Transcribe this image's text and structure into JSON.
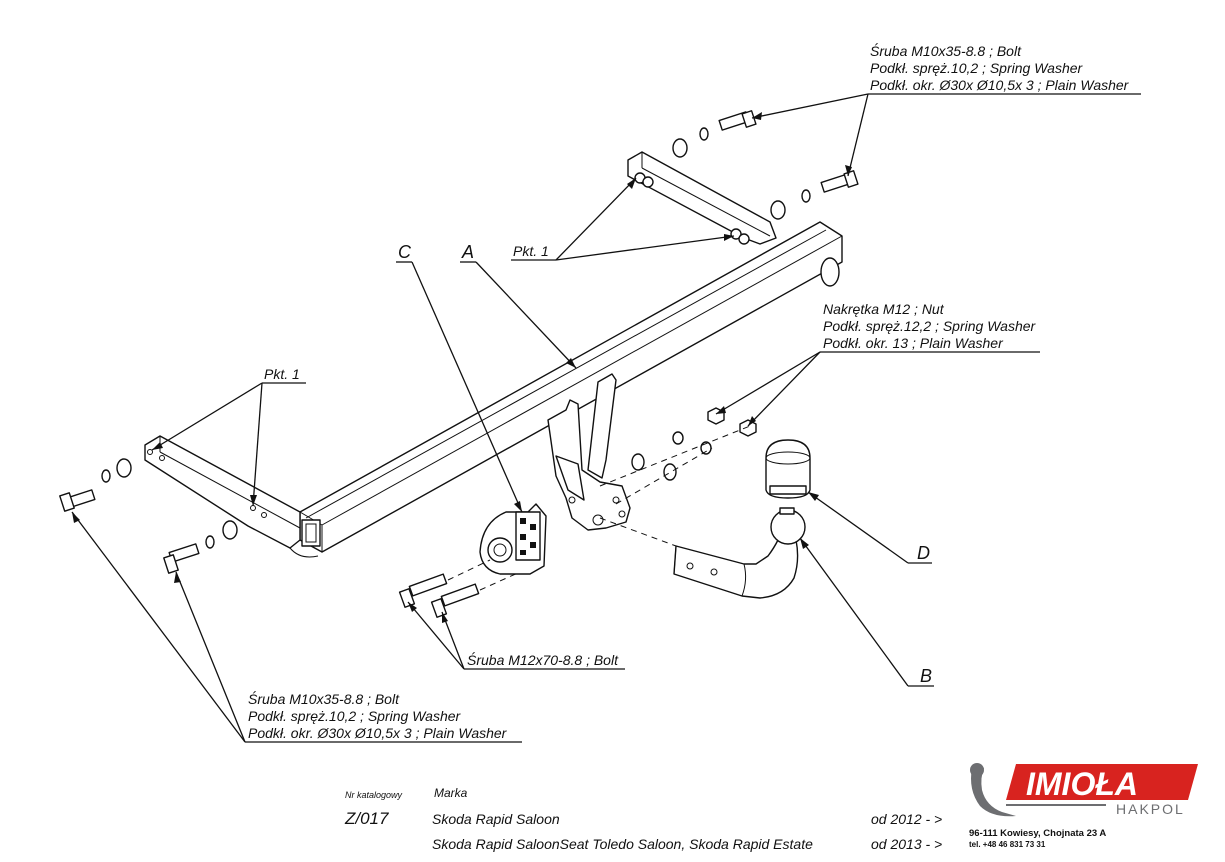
{
  "labels": {
    "bolt_top": [
      "Śruba M10x35-8.8 ;  Bolt",
      "Podkł. spręż.10,2 ; Spring Washer",
      "Podkł. okr.  Ø30x Ø10,5x 3 ; Plain Washer"
    ],
    "nut_group": [
      "Nakrętka  M12 ; Nut",
      "Podkł. spręż.12,2 ; Spring Washer",
      "Podkł. okr. 13 ; Plain Washer"
    ],
    "bolt_bottom": [
      "Śruba M10x35-8.8 ;  Bolt",
      "Podkł. spręż.10,2 ; Spring Washer",
      "Podkł. okr.  Ø30x Ø10,5x 3 ; Plain Washer"
    ],
    "bolt_m12": "Śruba M12x70-8.8 ;  Bolt",
    "pkt_top": "Pkt. 1",
    "pkt_left": "Pkt. 1",
    "part_a": "A",
    "part_b": "B",
    "part_c": "C",
    "part_d": "D"
  },
  "footer": {
    "catalog_header": "Nr katalogowy",
    "brand_header": "Marka",
    "catalog_no": "Z/017",
    "rows": [
      {
        "model": "Skoda Rapid Saloon",
        "date": "od 2012 - >"
      },
      {
        "model": "Skoda Rapid SaloonSeat Toledo Saloon, Skoda Rapid Estate",
        "date": "od 2013 - >"
      }
    ]
  },
  "logo": {
    "name": "IMIOŁA",
    "sub": "HAKPOL",
    "address": "96-111 Kowiesy, Chojnata 23 A",
    "phone": "tel. +48 46 831 73 31",
    "colors": {
      "red": "#d8231f",
      "grey": "#6d6e71"
    }
  }
}
